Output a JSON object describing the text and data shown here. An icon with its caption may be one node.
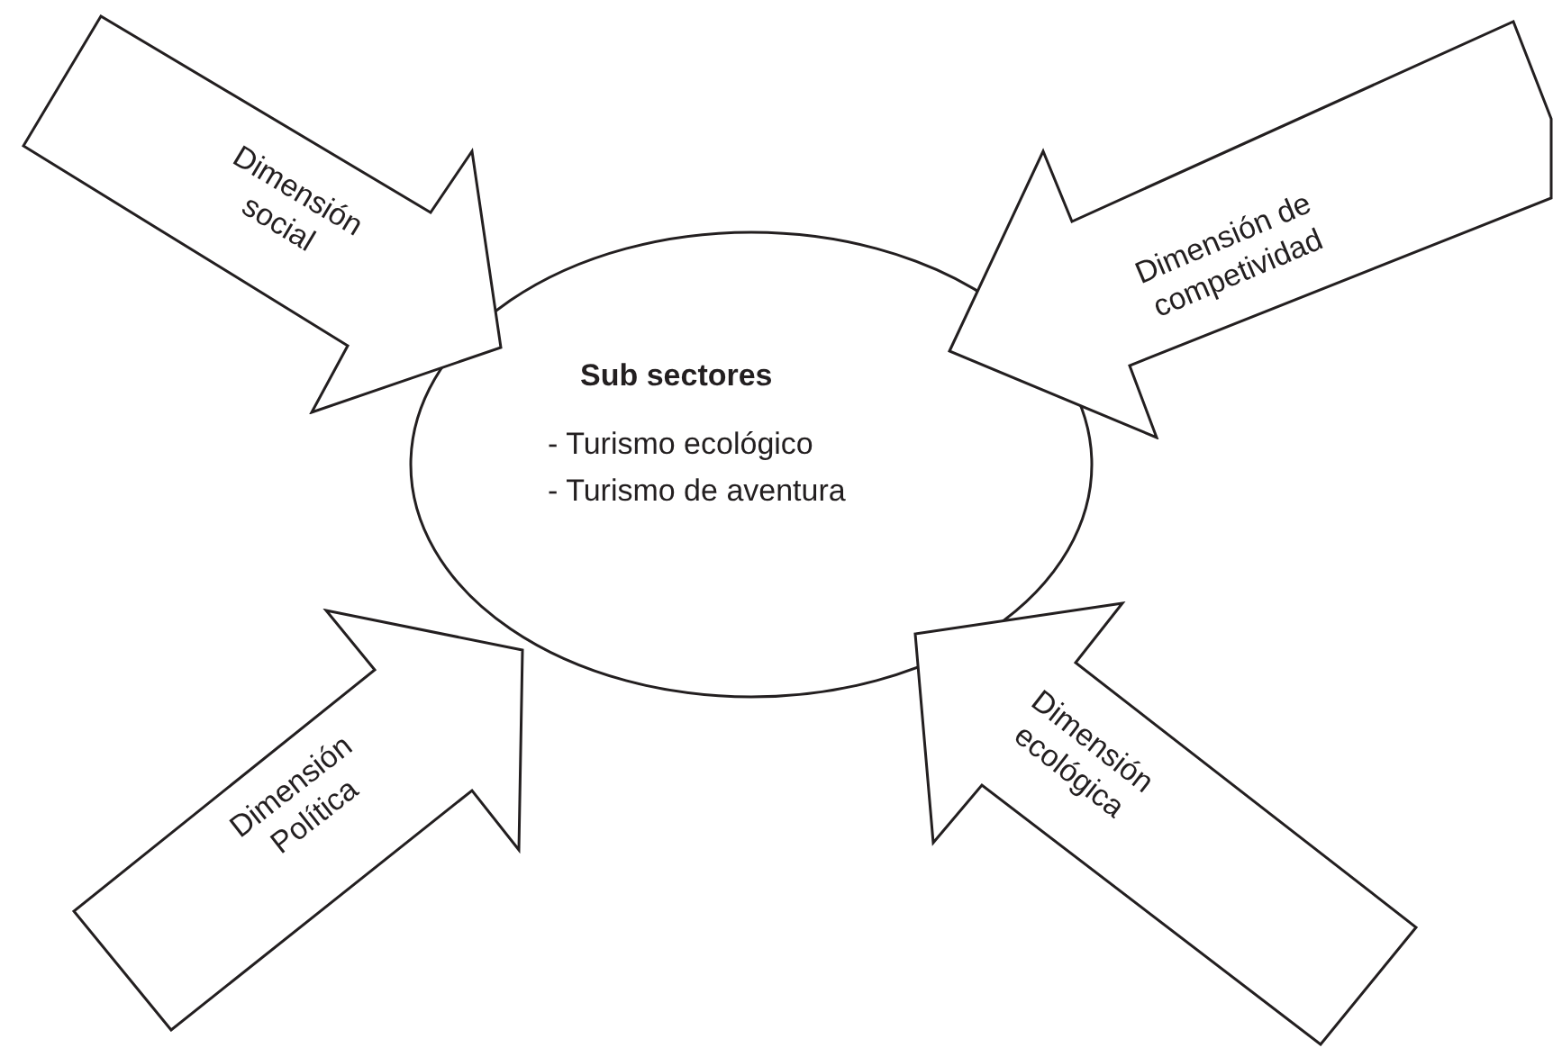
{
  "diagram": {
    "nodes": [
      {
        "text": [
          "Sub sectores",
          "- Turismo ecológico",
          "- Turismo de aventura"
        ]
      },
      {
        "text": [
          "Dimensión social"
        ]
      },
      {
        "text": [
          "Dimensión de competividad"
        ]
      },
      {
        "text": [
          "Dimensión Política"
        ]
      },
      {
        "text": [
          "Dimensión ecológica"
        ]
      }
    ]
  }
}
